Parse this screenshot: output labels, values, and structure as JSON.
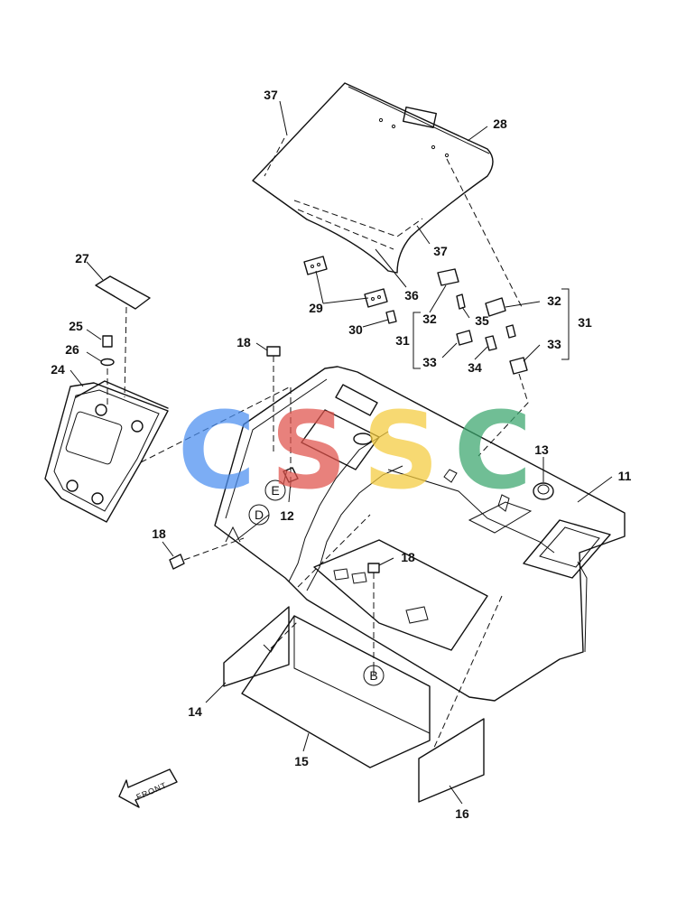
{
  "callouts": {
    "c11": "11",
    "c12": "12",
    "c13": "13",
    "c14": "14",
    "c15": "15",
    "c16": "16",
    "c18a": "18",
    "c18b": "18",
    "c18c": "18",
    "c24": "24",
    "c25": "25",
    "c26": "26",
    "c27": "27",
    "c28": "28",
    "c29": "29",
    "c30": "30",
    "c31a": "31",
    "c31b": "31",
    "c32a": "32",
    "c32b": "32",
    "c33a": "33",
    "c33b": "33",
    "c34": "34",
    "c35": "35",
    "c36": "36",
    "c37a": "37",
    "c37b": "37"
  },
  "references": {
    "B": "B",
    "D": "D",
    "E": "E"
  },
  "front_arrow": "FRONT",
  "watermark": {
    "letters": [
      "C",
      "S",
      "S",
      "C"
    ],
    "colors": [
      "#4a8ef0",
      "#e0524a",
      "#f5cb3c",
      "#3aa66d"
    ]
  }
}
